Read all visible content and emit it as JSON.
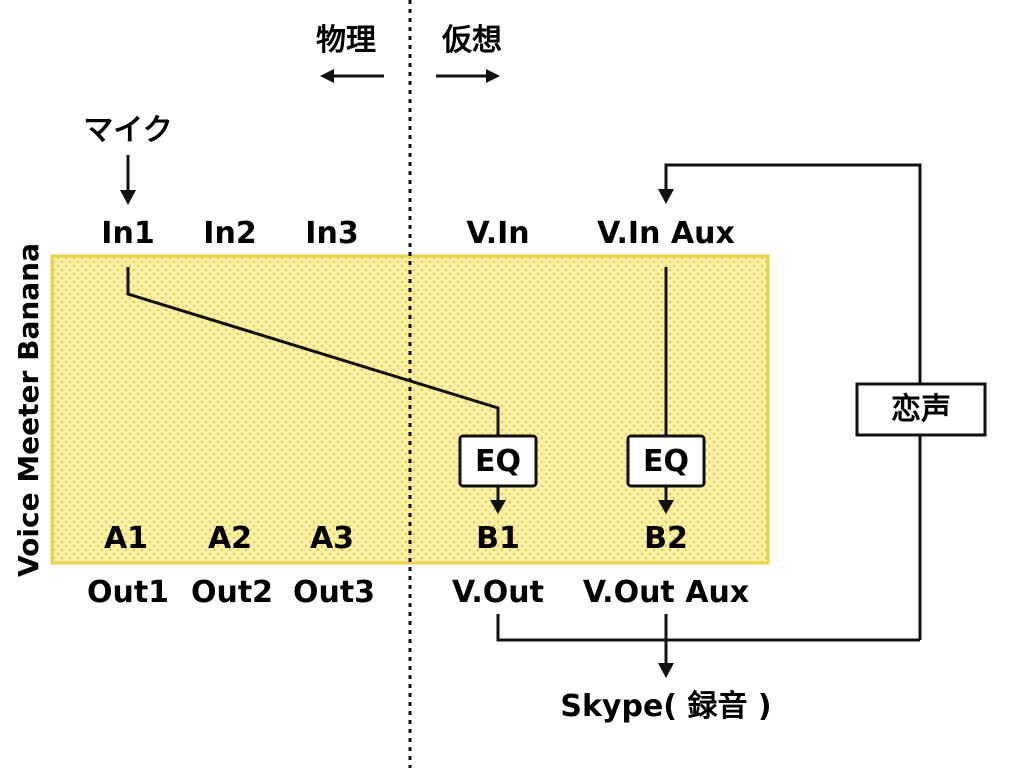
{
  "colors": {
    "panel_fill": "#fbf0a6",
    "panel_border": "#ead24b",
    "panel_dots": "#e3c94a",
    "line": "#111111"
  },
  "zones": {
    "physical": "物理",
    "virtual": "仮想"
  },
  "mic_label": "マイク",
  "inputs": {
    "in1": "In1",
    "in2": "In2",
    "in3": "In3",
    "vin": "V.In",
    "vin_aux": "V.In Aux"
  },
  "panel_title": "Voice Meeter Banana",
  "buses": {
    "a1": "A1",
    "a2": "A2",
    "a3": "A3",
    "b1": "B1",
    "b2": "B2"
  },
  "eq_label": "EQ",
  "outputs": {
    "out1": "Out1",
    "out2": "Out2",
    "out3": "Out3",
    "vout": "V.Out",
    "vout_aux": "V.Out Aux"
  },
  "voice_changer": "恋声",
  "skype": "Skype( 録音 )"
}
